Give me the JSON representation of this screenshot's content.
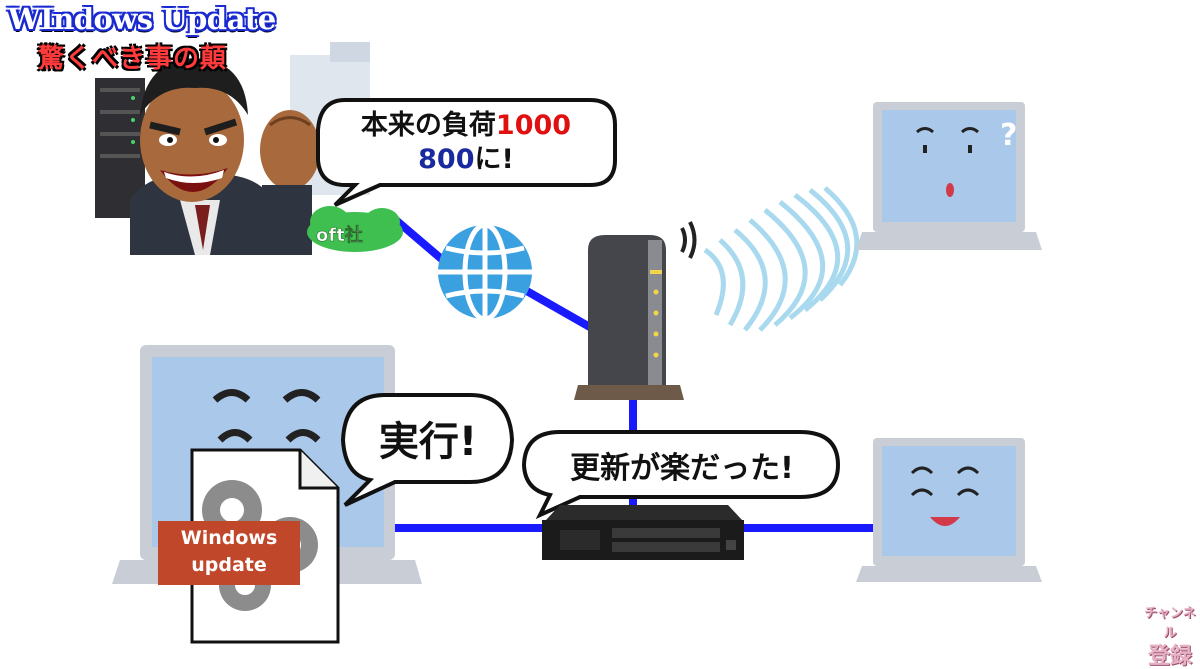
{
  "title": {
    "main": "WIndows Update",
    "sub": "驚くべき事の顛"
  },
  "company_label": "oft社",
  "bubbles": {
    "load": {
      "line1_prefix": "本来の負荷",
      "line1_value": "1000",
      "line2_value": "800",
      "line2_suffix": "に!"
    },
    "execute": "実行!",
    "easy": "更新が楽だった!"
  },
  "windows_update_label": {
    "line1": "Windows",
    "line2": "update"
  },
  "channel": {
    "line1": "チャンネル",
    "line2": "登録"
  },
  "colors": {
    "network_line": "#1a1aff",
    "globe": "#3aa0e0",
    "laptop_screen": "#a9c8ea",
    "laptop_body": "#c9ced6",
    "highlight_red": "#e01010",
    "highlight_blue": "#1a2a9e",
    "wu_label": "#c1472a"
  },
  "icons": [
    "globe-icon",
    "router-icon",
    "wifi-waves-icon",
    "network-switch-icon",
    "gear-icon",
    "question-mark-icon",
    "server-rack-icon"
  ]
}
